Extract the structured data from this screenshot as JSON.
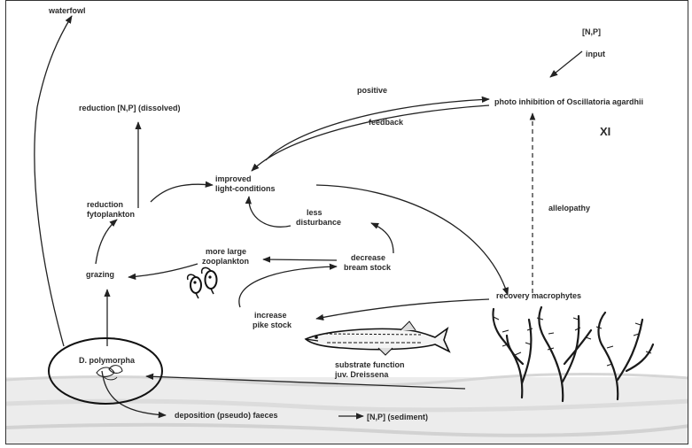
{
  "labels": {
    "waterfowl": "waterfowl",
    "input_source": "[N,P]",
    "input": "input",
    "positive": "positive",
    "feedback": "feedback",
    "photo_inhibition": "photo inhibition of Oscillatoria agardhii",
    "marker_roman": "XI",
    "reduction_np": "reduction [N,P] (dissolved)",
    "improved_light_1": "improved",
    "improved_light_2": "light-conditions",
    "reduction_fyto_1": "reduction",
    "reduction_fyto_2": "fytoplankton",
    "less_disturbance_1": "less",
    "less_disturbance_2": "disturbance",
    "allelopathy": "allelopathy",
    "more_zooplankton_1": "more large",
    "more_zooplankton_2": "zooplankton",
    "decrease_bream_1": "decrease",
    "decrease_bream_2": "bream stock",
    "grazing": "grazing",
    "recovery_macrophytes": "recovery macrophytes",
    "increase_pike_1": "increase",
    "increase_pike_2": "pike stock",
    "substrate_1": "substrate function",
    "substrate_2": "juv. Dreissena",
    "d_polymorpha": "D. polymorpha",
    "deposition": "deposition (pseudo) faeces",
    "np_sediment": "[N,P] (sediment)"
  }
}
